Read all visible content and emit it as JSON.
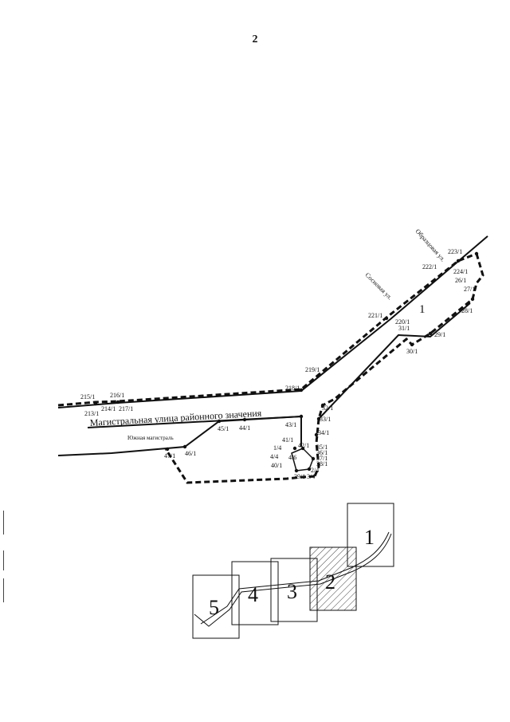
{
  "page_number": "2",
  "streets": {
    "main_street": "Магистральная улица районного значения",
    "south_highway": "Южная магистраль",
    "pine_street": "Сосновая ул.",
    "model_street": "Образцовая ул."
  },
  "zone_label": "1",
  "point_labels": {
    "p215": "215/1",
    "p216": "216/1",
    "p213": "213/1",
    "p214": "214/1",
    "p217": "217/1",
    "p218": "218/1",
    "p219": "219/1",
    "p221": "221/1",
    "p220": "220/1",
    "p31": "31/1",
    "p222": "222/1",
    "p223": "223/1",
    "p224": "224/1",
    "p26": "26/1",
    "p27": "27/1",
    "p28": "28/1",
    "p29": "29/1",
    "p30": "30/1",
    "p32": "32/1",
    "p33": "33/1",
    "p34": "34/1",
    "p43": "43/1",
    "p44": "44/1",
    "p45": "45/1",
    "p46": "46/1",
    "p47": "47/1",
    "p41": "41/1",
    "p42": "42/1",
    "p1_4": "1/4",
    "p4_4": "4/4",
    "p40": "40/1",
    "p35": "35/1",
    "p36": "36/1",
    "p37": "37/1",
    "p38": "38/1",
    "p2_4": "2/4",
    "p3_4": "3/4",
    "p39": "39/1",
    "p6": "4/6"
  },
  "sheets": [
    "1",
    "2",
    "3",
    "4",
    "5"
  ]
}
